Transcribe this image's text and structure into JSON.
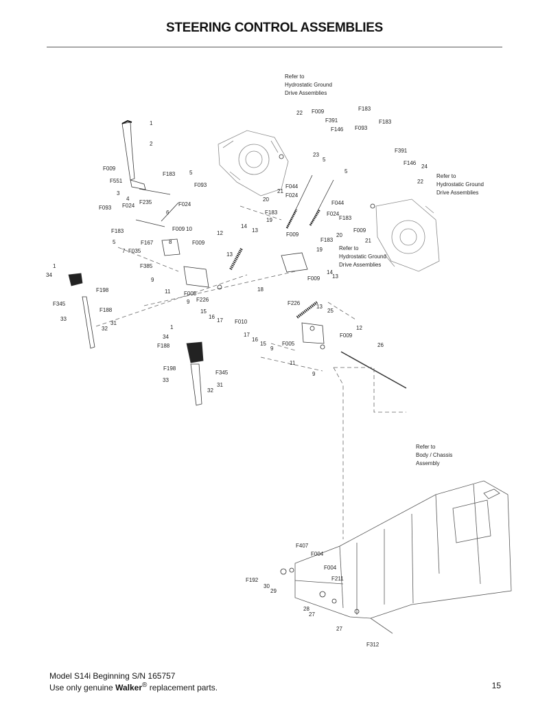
{
  "page": {
    "title": "STEERING CONTROL ASSEMBLIES",
    "page_number": "15"
  },
  "footer": {
    "model_line": "Model S14i Beginning S/N 165757",
    "use_prefix": "Use only genuine ",
    "brand": "Walker",
    "registered": "®",
    "use_suffix": " replacement parts."
  },
  "refs": {
    "hydrostatic_top": [
      "Refer to",
      "Hydrostatic Ground",
      "Drive Assemblies"
    ],
    "hydrostatic_right": [
      "Refer to",
      "Hydrostatic Ground",
      "Drive Assemblies"
    ],
    "hydrostatic_mid": [
      "Refer to",
      "Hydrostatic Ground",
      "Drive Assemblies"
    ],
    "body_chassis": [
      "Refer to",
      "Body / Chassis",
      "Assembly"
    ]
  },
  "callouts": [
    "1",
    "2",
    "F009",
    "F551",
    "3",
    "4",
    "F235",
    "F183",
    "5",
    "F093",
    "F024",
    "6",
    "F093",
    "F024",
    "F183",
    "5",
    "8",
    "F009",
    "10",
    "7",
    "F035",
    "F167",
    "F385",
    "9",
    "F009",
    "12",
    "13",
    "14",
    "13",
    "11",
    "F005",
    "9",
    "F226",
    "15",
    "16",
    "17",
    "18",
    "F010",
    "17",
    "16",
    "15",
    "9",
    "22",
    "F009",
    "F391",
    "F146",
    "F093",
    "F183",
    "F183",
    "23",
    "5",
    "5",
    "21",
    "F044",
    "F024",
    "20",
    "F183",
    "19",
    "F009",
    "F183",
    "19",
    "20",
    "F391",
    "F146",
    "24",
    "22",
    "F044",
    "F024",
    "F183",
    "F009",
    "21",
    "F009",
    "14",
    "13",
    "F226",
    "13",
    "25",
    "12",
    "F009",
    "F005",
    "11",
    "9",
    "26",
    "1",
    "34",
    "F345",
    "F198",
    "F188",
    "33",
    "31",
    "32",
    "1",
    "34",
    "F188",
    "F198",
    "F345",
    "31",
    "32",
    "33",
    "F407",
    "F004",
    "F192",
    "30",
    "29",
    "F004",
    "F211",
    "28",
    "27",
    "27",
    "F312"
  ]
}
